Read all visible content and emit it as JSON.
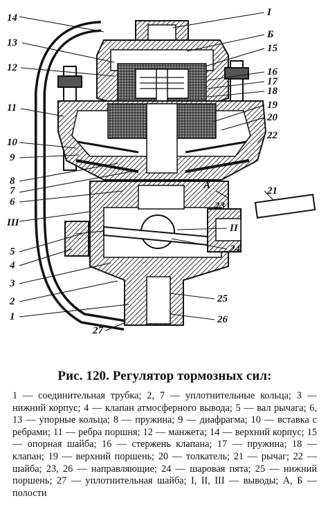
{
  "figure": {
    "part_labels": {
      "p1": "1",
      "p2": "2",
      "p3": "3",
      "p4": "4",
      "p5": "5",
      "p6": "6",
      "p7": "7",
      "p8": "8",
      "p9": "9",
      "p10": "10",
      "p11": "11",
      "p12": "12",
      "p13": "13",
      "p14": "14",
      "p15": "15",
      "p16": "16",
      "p17": "17",
      "p18": "18",
      "p19": "19",
      "p20": "20",
      "p21": "21",
      "p22": "22",
      "p23": "23",
      "p24": "24",
      "p25": "25",
      "p26": "26",
      "p27": "27",
      "outI": "I",
      "outII": "II",
      "outIII": "III",
      "cavA": "A",
      "cavB": "Б"
    }
  },
  "caption": {
    "title": "Рис. 120. Регулятор тормозных сил:",
    "legend": "1 — соединительная трубка; 2, 7 — уплотнительные кольца; 3 — нижний корпус; 4 — клапан атмосферного вывода; 5 — вал рычага; 6, 13 — упорные кольца; 8 — пружина; 9 — диафрагма; 10 — вставка с ребрами; 11 — ребра поршня; 12 — манжета; 14 — верхний корпус; 15 — опорная шайба; 16 — стержень клапана; 17 — пружина; 18 — клапан; 19 — верхний поршень; 20 — толкатель; 21 — рычаг; 22 — шайба; 23, 26 — направляющие; 24 — шаровая пята; 25 — нижний поршень; 27 — уплотнительная шайба; I, II, III — выводы; А, Б — полости"
  }
}
